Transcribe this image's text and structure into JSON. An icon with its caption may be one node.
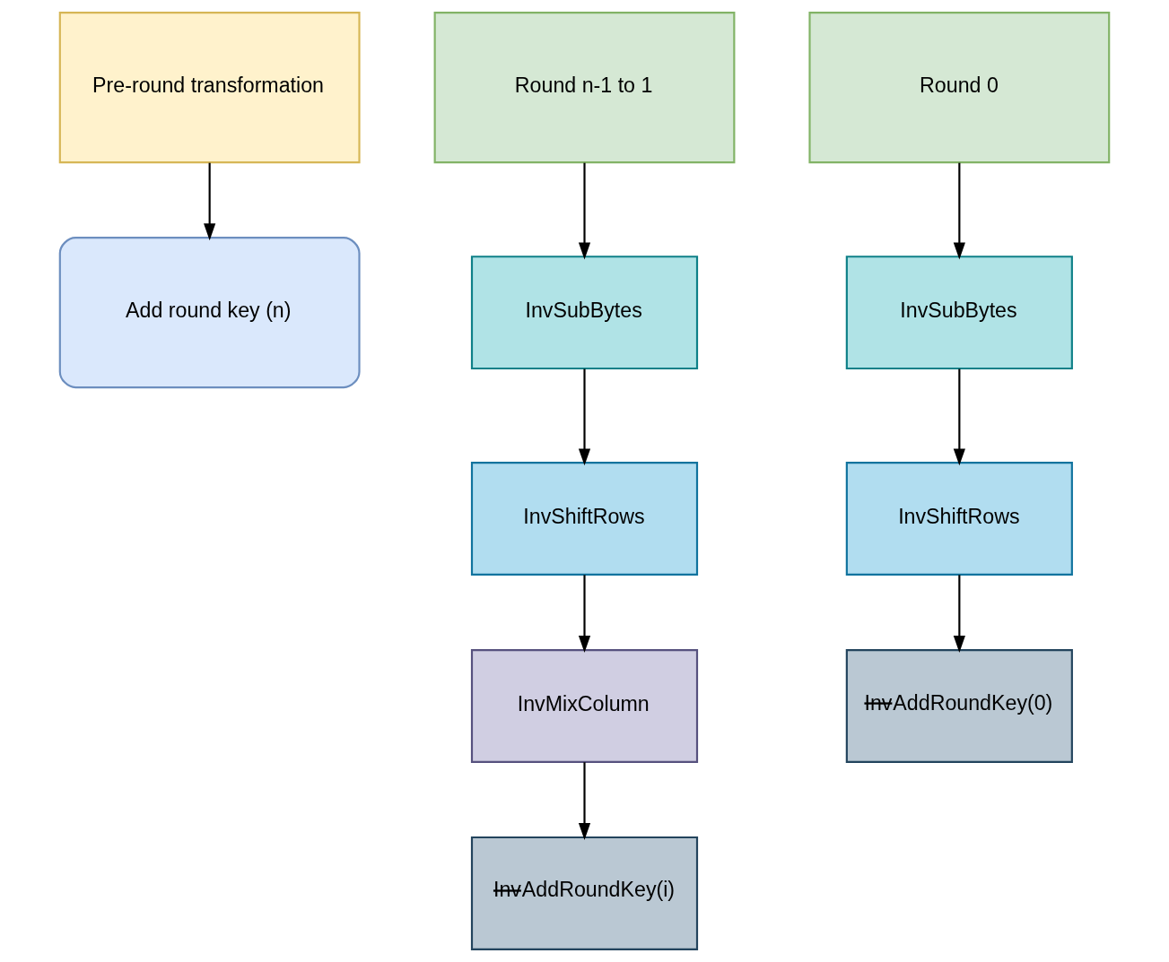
{
  "diagram": {
    "nodes": [
      {
        "text": [
          "Pre-round transformation"
        ]
      },
      {
        "text": [
          "Add round key (n)"
        ]
      },
      {
        "text": [
          "Round n-1 to 1"
        ]
      },
      {
        "text": [
          "InvSubBytes"
        ]
      },
      {
        "text": [
          "InvShiftRows"
        ]
      },
      {
        "text": [
          "InvMixColumn"
        ]
      },
      {
        "text": [
          "InvAddRoundKey(i)"
        ]
      },
      {
        "text": [
          "Round 0"
        ]
      },
      {
        "text": [
          "InvSubBytes"
        ]
      },
      {
        "text": [
          "InvShiftRows"
        ]
      },
      {
        "text": [
          "InvAddRoundKey(0)"
        ]
      }
    ],
    "edges": [
      {
        "from": 0,
        "to": 1,
        "arrow": "to"
      },
      {
        "from": 2,
        "to": 3,
        "arrow": "to"
      },
      {
        "from": 3,
        "to": 4,
        "arrow": "to"
      },
      {
        "from": 4,
        "to": 5,
        "arrow": "to"
      },
      {
        "from": 5,
        "to": 6,
        "arrow": "to"
      },
      {
        "from": 7,
        "to": 8,
        "arrow": "to"
      },
      {
        "from": 8,
        "to": 9,
        "arrow": "to"
      },
      {
        "from": 9,
        "to": 10,
        "arrow": "to"
      }
    ]
  }
}
